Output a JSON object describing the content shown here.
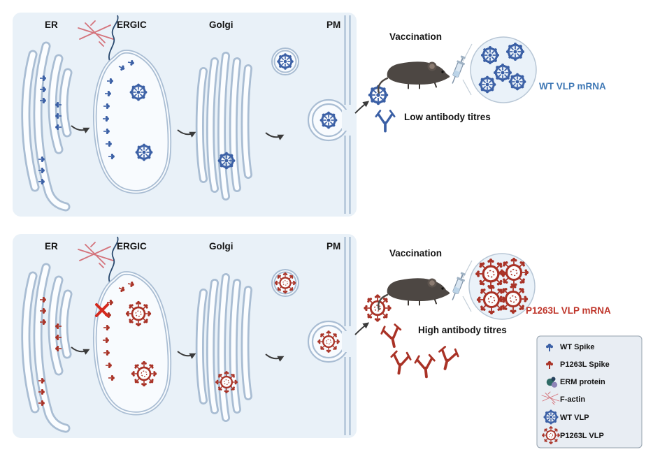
{
  "panels": [
    {
      "organelles": {
        "er": "ER",
        "ergic": "ERGIC",
        "golgi": "Golgi",
        "pm": "PM"
      },
      "vaccination": "Vaccination",
      "mrna_label": "WT VLP mRNA",
      "mrna_color": "#3f78b5",
      "antibody_titre": "Low antibody titres"
    },
    {
      "organelles": {
        "er": "ER",
        "ergic": "ERGIC",
        "golgi": "Golgi",
        "pm": "PM"
      },
      "vaccination": "Vaccination",
      "mrna_label": "P1263L VLP mRNA",
      "mrna_color": "#bf352a",
      "antibody_titre": "High antibody titres"
    }
  ],
  "legend": {
    "items": [
      {
        "label": "WT Spike",
        "icon": "wt-spike-icon",
        "color": "#3a5fa5"
      },
      {
        "label": "P1263L Spike",
        "icon": "p1263l-spike-icon",
        "color": "#a93226"
      },
      {
        "label": "ERM protein",
        "icon": "erm-protein-icon",
        "color": "#2f6b66"
      },
      {
        "label": "F-actin",
        "icon": "f-actin-icon",
        "color": "#d4737b"
      },
      {
        "label": "WT VLP",
        "icon": "wt-vlp-icon",
        "color": "#3a5fa5"
      },
      {
        "label": "P1263L VLP",
        "icon": "p1263l-vlp-icon",
        "color": "#a93226"
      }
    ]
  },
  "colors": {
    "wt_blue": "#3a5fa5",
    "mutant_red": "#a93226",
    "membrane": "#a9bdd3",
    "panel_bg": "#e9f1f8",
    "f_actin_pink": "#d4737b",
    "erm_teal": "#2f6b66",
    "blocked_cross_red": "#d42a1e"
  }
}
